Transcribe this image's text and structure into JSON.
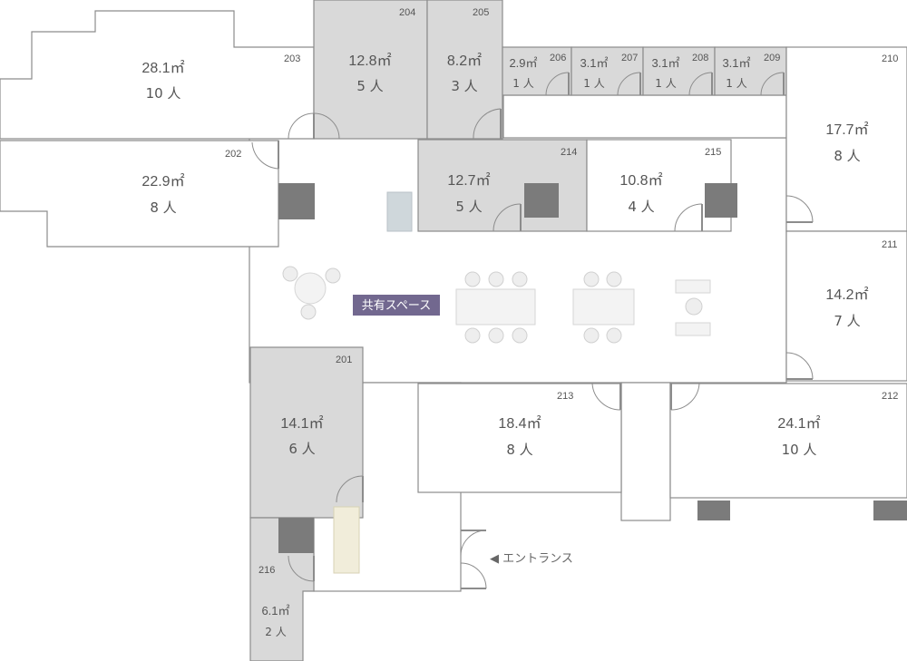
{
  "colors": {
    "occupied": "#d9d9d9",
    "vacant": "#ffffff",
    "wall": "#8c8c8c",
    "pillar": "#7b7b7b",
    "shared_label_bg": "#72688f"
  },
  "rooms": {
    "r201": {
      "number": "201",
      "area": "14.1㎡",
      "capacity": "6 人",
      "occupied": true
    },
    "r202": {
      "number": "202",
      "area": "22.9㎡",
      "capacity": "8 人",
      "occupied": false
    },
    "r203": {
      "number": "203",
      "area": "28.1㎡",
      "capacity": "10 人",
      "occupied": false
    },
    "r204": {
      "number": "204",
      "area": "12.8㎡",
      "capacity": "5 人",
      "occupied": true
    },
    "r205": {
      "number": "205",
      "area": "8.2㎡",
      "capacity": "3 人",
      "occupied": true
    },
    "r206": {
      "number": "206",
      "area": "2.9㎡",
      "capacity": "1 人",
      "occupied": true
    },
    "r207": {
      "number": "207",
      "area": "3.1㎡",
      "capacity": "1 人",
      "occupied": true
    },
    "r208": {
      "number": "208",
      "area": "3.1㎡",
      "capacity": "1 人",
      "occupied": true
    },
    "r209": {
      "number": "209",
      "area": "3.1㎡",
      "capacity": "1 人",
      "occupied": true
    },
    "r210": {
      "number": "210",
      "area": "17.7㎡",
      "capacity": "8 人",
      "occupied": false
    },
    "r211": {
      "number": "211",
      "area": "14.2㎡",
      "capacity": "7 人",
      "occupied": false
    },
    "r212": {
      "number": "212",
      "area": "24.1㎡",
      "capacity": "10 人",
      "occupied": false
    },
    "r213": {
      "number": "213",
      "area": "18.4㎡",
      "capacity": "8 人",
      "occupied": false
    },
    "r214": {
      "number": "214",
      "area": "12.7㎡",
      "capacity": "5 人",
      "occupied": true
    },
    "r215": {
      "number": "215",
      "area": "10.8㎡",
      "capacity": "4 人",
      "occupied": false
    },
    "r216": {
      "number": "216",
      "area": "6.1㎡",
      "capacity": "2 人",
      "occupied": true
    }
  },
  "shared_space": {
    "label": "共有スペース"
  },
  "entrance": {
    "label": "◀ エントランス"
  }
}
